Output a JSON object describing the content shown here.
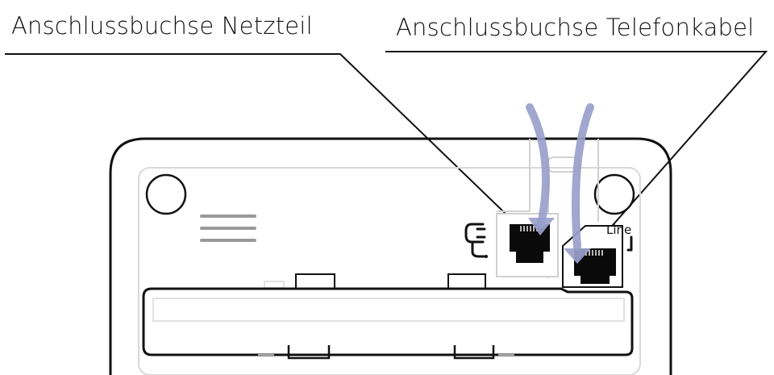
{
  "labels": {
    "power_jack": "Anschlussbuchse Netzteil",
    "phone_jack": "Anschlussbuchse Telefonkabel",
    "line_port": "Line"
  },
  "colors": {
    "arrow": "#9aa0cc",
    "outline": "#111111",
    "light_outline": "#d8d8d8"
  }
}
